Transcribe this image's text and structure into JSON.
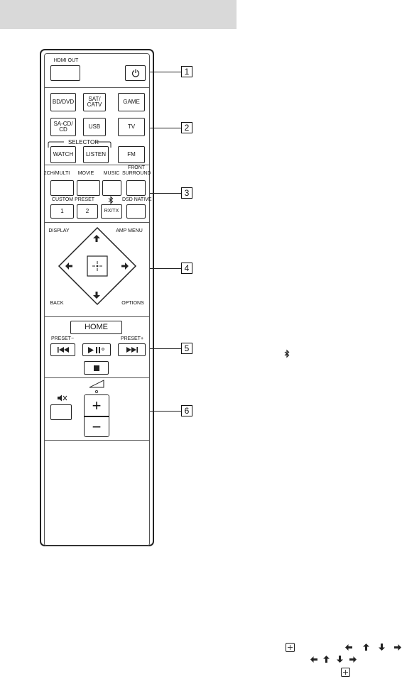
{
  "sections": [
    "1",
    "2",
    "3",
    "4",
    "5",
    "6"
  ],
  "remote": {
    "hdmi_out": "HDMI OUT",
    "inputs_row1": [
      "BD/DVD",
      "SAT/\nCATV",
      "GAME"
    ],
    "inputs_row2": [
      "SA-CD/\nCD",
      "USB",
      "TV"
    ],
    "selector_label": "SELECTOR",
    "selector": [
      "WATCH",
      "LISTEN"
    ],
    "fm": "FM",
    "mode_labels": [
      "2CH/MULTI",
      "MOVIE",
      "MUSIC",
      "FRONT\nSURROUND"
    ],
    "custom_preset": "CUSTOM PRESET",
    "preset_buttons": [
      "1",
      "2"
    ],
    "rxtx": "RX/TX",
    "dsd_native": "DSD NATIVE",
    "display": "DISPLAY",
    "amp_menu": "AMP MENU",
    "back": "BACK",
    "options": "OPTIONS",
    "home": "HOME",
    "preset_minus": "PRESET−",
    "preset_plus": "PRESET+"
  }
}
